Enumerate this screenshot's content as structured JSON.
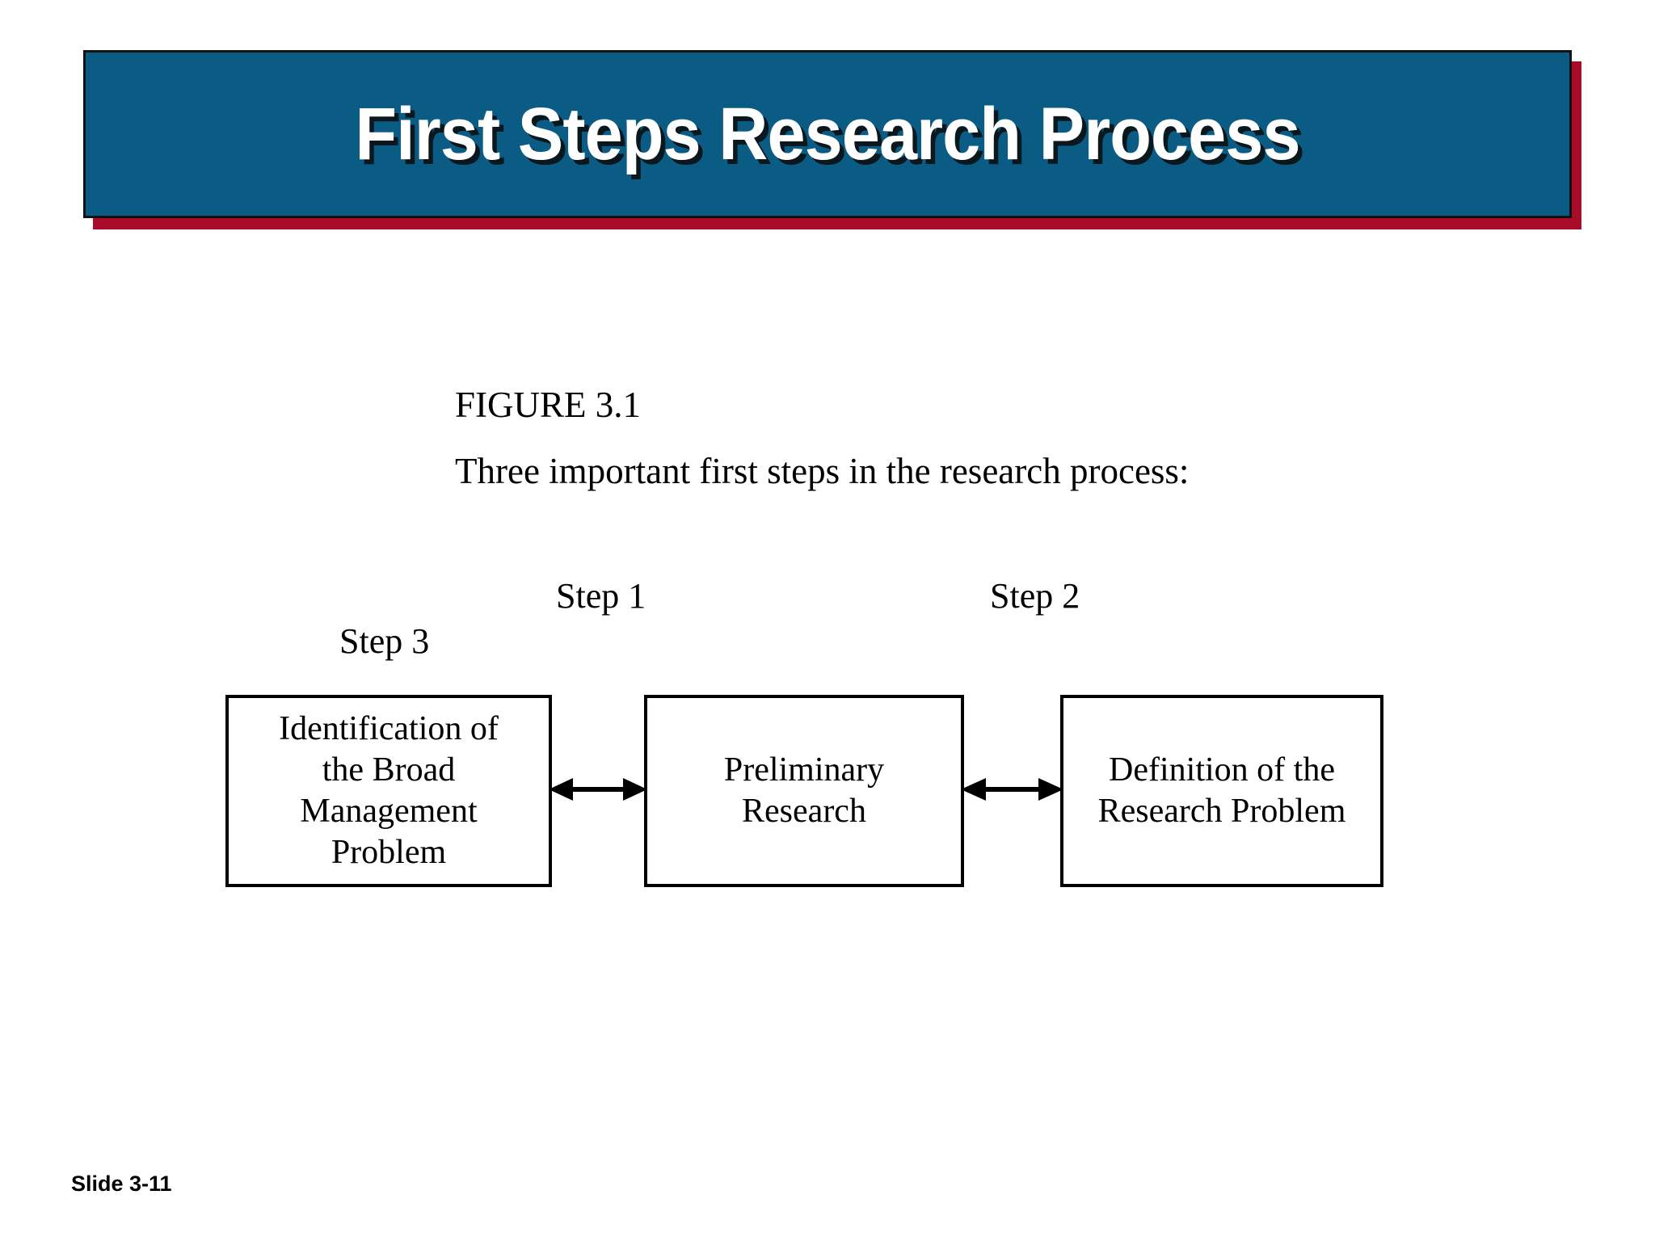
{
  "slide": {
    "title": "First Steps Research Process",
    "slide_number": "Slide 3-11",
    "colors": {
      "banner_background": "#0b5c84",
      "banner_shadow": "#ab0b2a",
      "banner_border": "#111111",
      "title_text": "#ffffff",
      "body_text": "#000000",
      "page_background": "#ffffff"
    }
  },
  "figure": {
    "label": "FIGURE 3.1",
    "caption": "Three important first steps in the research process:"
  },
  "step_labels": [
    {
      "id": "step-1",
      "text": "Step 1"
    },
    {
      "id": "step-2",
      "text": "Step 2"
    },
    {
      "id": "step-3",
      "text": "Step 3"
    }
  ],
  "diagram": {
    "type": "flow-diagram",
    "boxes": [
      {
        "id": "box-1",
        "lines": [
          "Identification of",
          "the Broad",
          "Management",
          "Problem"
        ],
        "step_label": "Step 3"
      },
      {
        "id": "box-2",
        "lines": [
          "Preliminary",
          "Research"
        ],
        "step_label": "Step 1"
      },
      {
        "id": "box-3",
        "lines": [
          "Definition of the",
          "Research Problem"
        ],
        "step_label": "Step 2"
      }
    ],
    "connectors": [
      {
        "id": "connector-1",
        "from": "box-1",
        "to": "box-2",
        "style": "double-headed-arrow"
      },
      {
        "id": "connector-2",
        "from": "box-2",
        "to": "box-3",
        "style": "double-headed-arrow"
      }
    ]
  }
}
